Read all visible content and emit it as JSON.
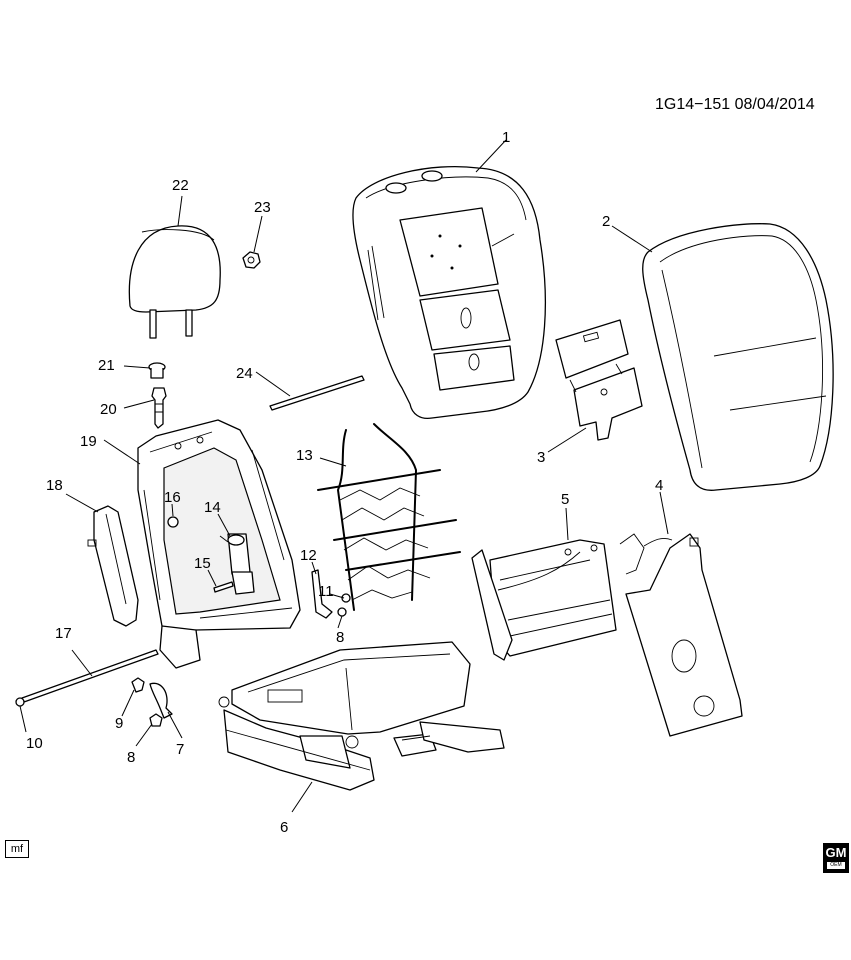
{
  "header": {
    "doc_id": "1G14−151  08/04/2014"
  },
  "footer": {
    "mf_label": "mf",
    "logo_text": "GM",
    "logo_subtext": "OEM"
  },
  "callouts": {
    "c1": "1",
    "c2": "2",
    "c3": "3",
    "c4": "4",
    "c5": "5",
    "c6": "6",
    "c7": "7",
    "c8a": "8",
    "c8b": "8",
    "c9": "9",
    "c10": "10",
    "c11": "11",
    "c12": "12",
    "c13": "13",
    "c14": "14",
    "c15": "15",
    "c16": "16",
    "c17": "17",
    "c18": "18",
    "c19": "19",
    "c20": "20",
    "c21": "21",
    "c22": "22",
    "c23": "23",
    "c24": "24"
  }
}
